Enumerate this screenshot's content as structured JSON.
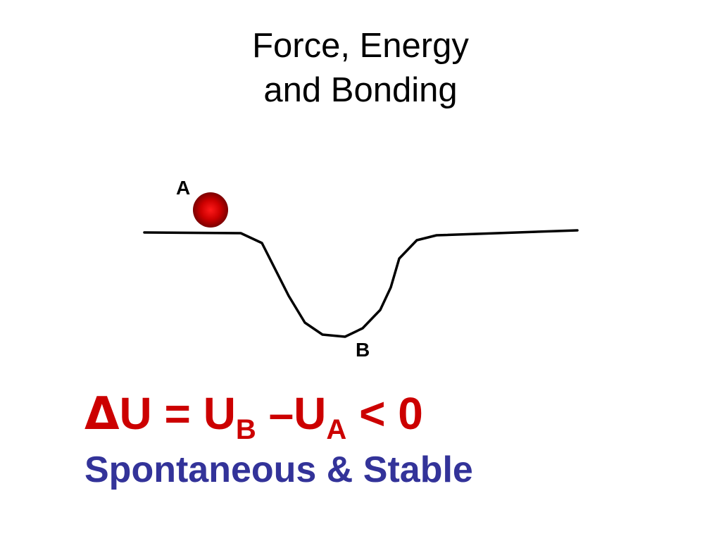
{
  "title": {
    "line1": "Force, Energy",
    "line2": "and Bonding"
  },
  "diagram": {
    "label_a": "A",
    "label_b": "B",
    "ball_color": "#cc0000",
    "curve_color": "#000000"
  },
  "equation": {
    "delta": "Δ",
    "u": "U",
    "equals_u": " = U",
    "sub_b": "B",
    "minus_u": " –U",
    "sub_a": "A",
    "less_than_zero": " < 0",
    "color": "#cc0000"
  },
  "caption": {
    "text": "Spontaneous & Stable",
    "color": "#333399"
  }
}
